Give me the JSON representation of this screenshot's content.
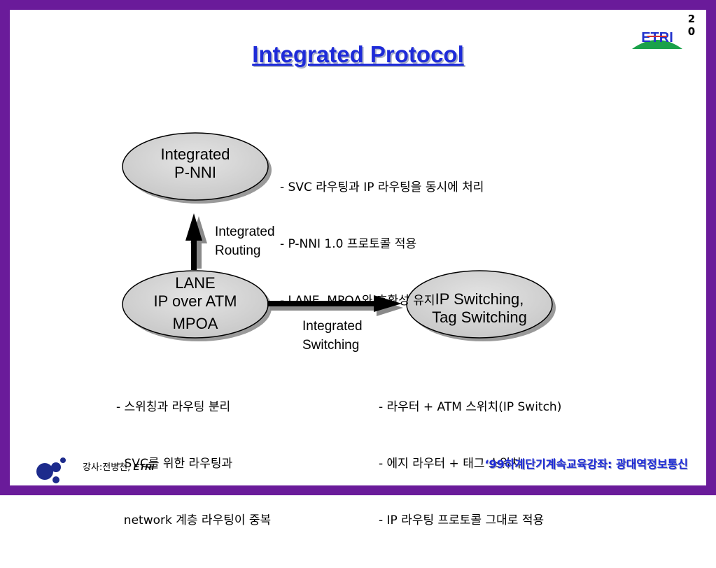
{
  "page_number": [
    "2",
    "0"
  ],
  "title": "Integrated Protocol",
  "logo_text": "ETRI",
  "nodes": {
    "pnni": [
      "Integrated",
      "P-NNI"
    ],
    "lane": [
      "LANE",
      "IP over ATM",
      "MPOA"
    ],
    "ipsw": [
      "IP Switching,",
      "Tag Switching"
    ]
  },
  "arrows": {
    "routing": [
      "Integrated",
      "Routing"
    ],
    "switching": [
      "Integrated",
      "Switching"
    ]
  },
  "notes": {
    "pnni": [
      "- SVC 라우팅과 IP 라우팅을 동시에 처리",
      "- P-NNI 1.0 프로토콜 적용",
      "- LANE, MPOA와 호환성 유지"
    ],
    "lane": [
      "- 스위칭과 라우팅 분리",
      "- SVC를 위한 라우팅과",
      "  network 계층 라우팅이 중복"
    ],
    "ipsw": [
      "- 라우터 + ATM 스위치(IP Switch)",
      "- 에지 라우터 + 태그 스위치",
      "- IP 라우팅 프로토콜 그대로 적용"
    ]
  },
  "footer": {
    "lecturer": "강사:전병천, ",
    "org": "ETRI",
    "course": "‘99하계단기계속교육강좌: 광대역정보통신"
  },
  "colors": {
    "border": "#6a1b9a",
    "title": "#1e2bd8",
    "node_fill": "#d6d6d6",
    "logo_blue": "#2233cc",
    "logo_green": "#1aa14a"
  }
}
